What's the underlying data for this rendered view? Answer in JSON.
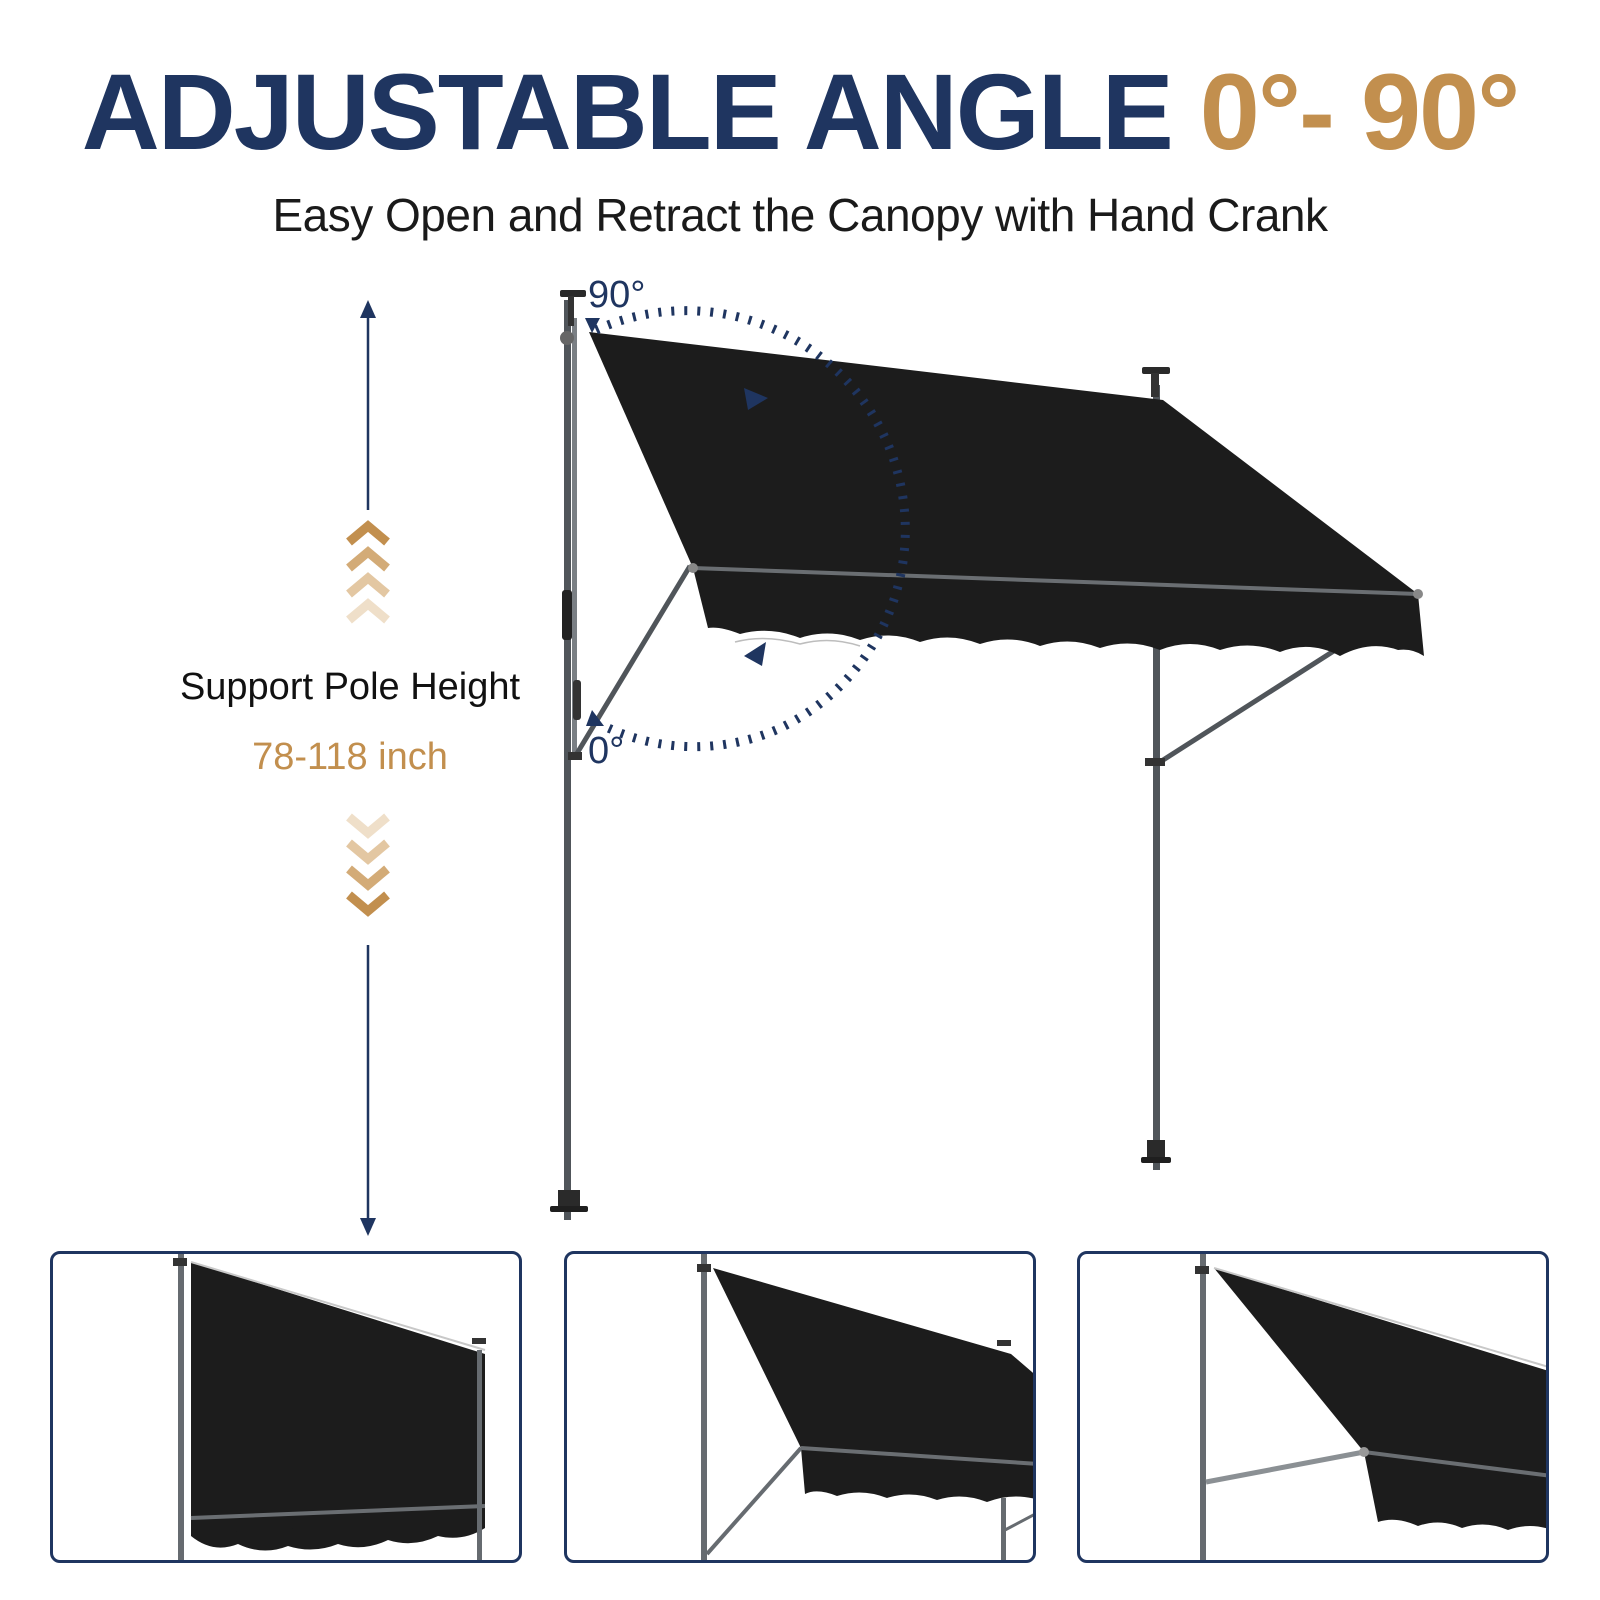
{
  "title": {
    "main": "ADJUSTABLE ANGLE",
    "accent": "0°- 90°"
  },
  "subtitle": "Easy Open and Retract the Canopy with Hand Crank",
  "support_pole": {
    "label": "Support Pole Height",
    "value": "78-118 inch"
  },
  "angle_markers": {
    "max": "90°",
    "min": "0°"
  },
  "colors": {
    "navy": "#1f3560",
    "gold": "#c28f4e",
    "canopy": "#1c1c1c",
    "pole": "#555a5e"
  },
  "icons": [
    "up-arrow-icon",
    "down-arrow-icon",
    "chevron-up-icon",
    "chevron-down-icon",
    "angle-arc-icon"
  ],
  "panels": [
    {
      "name": "angle-position-vertical"
    },
    {
      "name": "angle-position-mid"
    },
    {
      "name": "angle-position-high"
    }
  ]
}
